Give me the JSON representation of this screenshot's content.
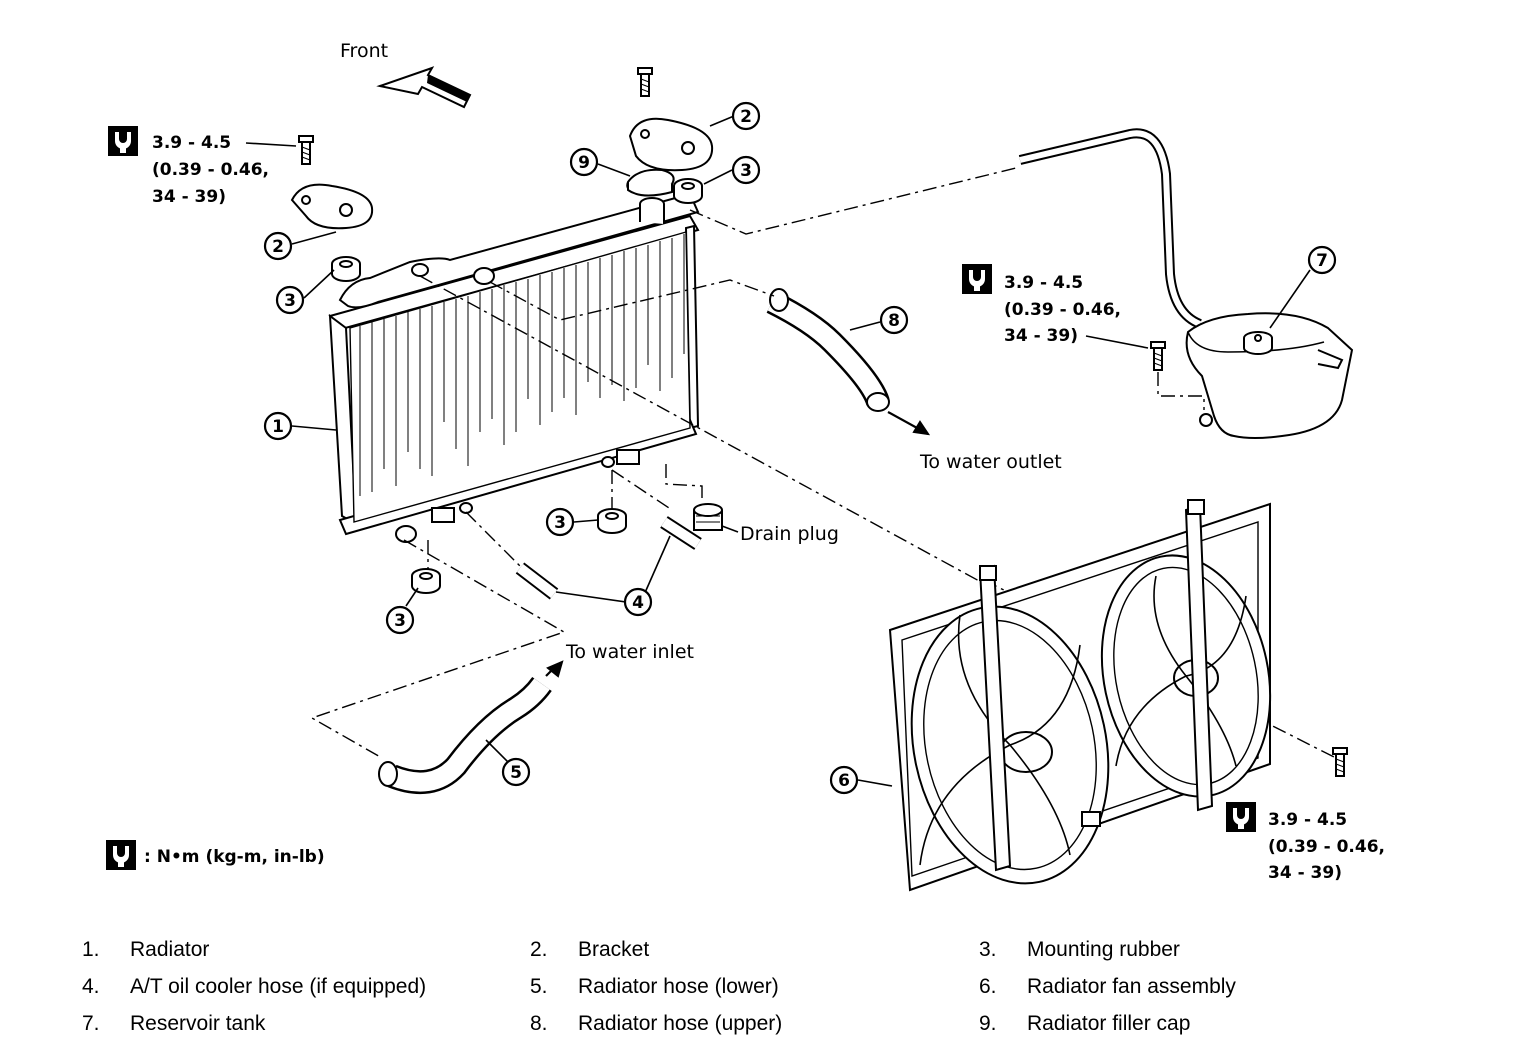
{
  "labels": {
    "front": "Front",
    "to_water_outlet": "To water outlet",
    "drain_plug": "Drain plug",
    "to_water_inlet": "To water inlet"
  },
  "torque_specs": {
    "bracket_left": [
      "3.9 - 4.5",
      "(0.39 - 0.46,",
      "34 - 39)"
    ],
    "reservoir": [
      "3.9 - 4.5",
      "(0.39 - 0.46,",
      "34 - 39)"
    ],
    "fan": [
      "3.9 - 4.5",
      "(0.39 - 0.46,",
      "34 - 39)"
    ]
  },
  "units_note": ": N•m (kg-m, in-lb)",
  "callouts": [
    "1",
    "2",
    "3",
    "4",
    "5",
    "6",
    "7",
    "8",
    "9"
  ],
  "legend": [
    {
      "num": "1.",
      "text": "Radiator"
    },
    {
      "num": "2.",
      "text": "Bracket"
    },
    {
      "num": "3.",
      "text": "Mounting rubber"
    },
    {
      "num": "4.",
      "text": "A/T oil cooler hose (if equipped)"
    },
    {
      "num": "5.",
      "text": "Radiator hose (lower)"
    },
    {
      "num": "6.",
      "text": "Radiator fan assembly"
    },
    {
      "num": "7.",
      "text": "Reservoir tank"
    },
    {
      "num": "8.",
      "text": "Radiator hose (upper)"
    },
    {
      "num": "9.",
      "text": "Radiator filler cap"
    }
  ],
  "icons": {
    "torque": "torque-wrench-icon",
    "front_arrow": "front-direction-arrow-icon"
  }
}
